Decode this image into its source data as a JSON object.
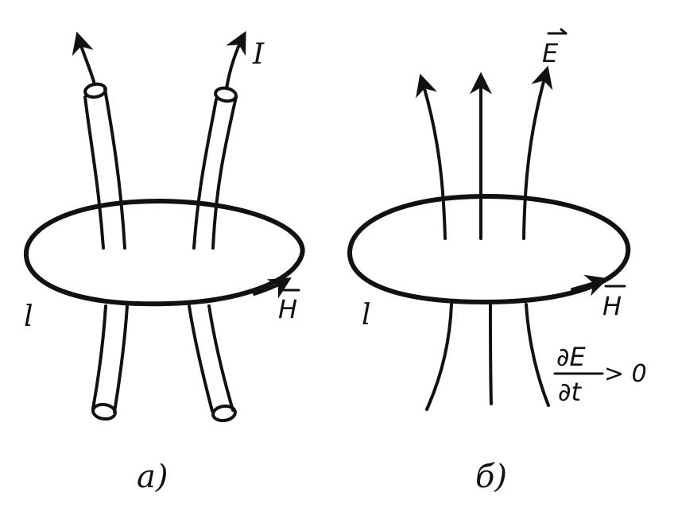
{
  "panel_a": {
    "caption": "a)",
    "label_current": "I",
    "label_contour": "l",
    "label_field": "H"
  },
  "panel_b": {
    "caption": "б)",
    "label_field_e": "E",
    "label_contour": "l",
    "label_field": "H",
    "derivative_numerator": "∂E",
    "derivative_denominator": "∂t",
    "derivative_relation": "> 0"
  },
  "colors": {
    "ink": "#111111",
    "background": "#ffffff"
  }
}
